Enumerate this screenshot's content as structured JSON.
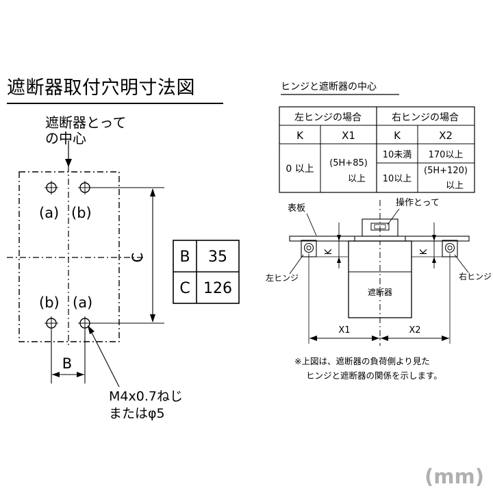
{
  "left": {
    "title": "遮断器取付穴明寸法図",
    "center_note_1": "遮断器とって",
    "center_note_2": "の中心",
    "hole_labels": {
      "a": "(a)",
      "b": "(b)"
    },
    "dim_b": "B",
    "dim_c": "C",
    "screw_note_1": "M4x0.7ねじ",
    "screw_note_2": "またはφ5",
    "dim_table": [
      {
        "key": "B",
        "value": "35"
      },
      {
        "key": "C",
        "value": "126"
      }
    ]
  },
  "right": {
    "title": "ヒンジと遮断器の中心",
    "table": {
      "left_case": "左ヒンジの場合",
      "right_case": "右ヒンジの場合",
      "col_k": "K",
      "col_x1": "X1",
      "col_x2": "X2",
      "left_k": "0 以上",
      "left_x1_1": "(5H+85)",
      "left_x1_2": "以上",
      "right_k_1": "10未満",
      "right_x2_1": "170以上",
      "right_k_2": "10以上",
      "right_x2_2a": "(5H+120)",
      "right_x2_2b": "以上"
    },
    "label_panel": "表板",
    "label_handle": "操作とって",
    "label_left_hinge": "左ヒンジ",
    "label_right_hinge": "右ヒンジ",
    "label_breaker": "遮断器",
    "label_k_left": "K",
    "label_k_right": "K",
    "label_x1": "X1",
    "label_x2": "X2",
    "note_1": "※上図は、遮断器の負荷側より見た",
    "note_2": "ヒンジと遮断器の関係を示します。"
  },
  "unit": "(mm)"
}
